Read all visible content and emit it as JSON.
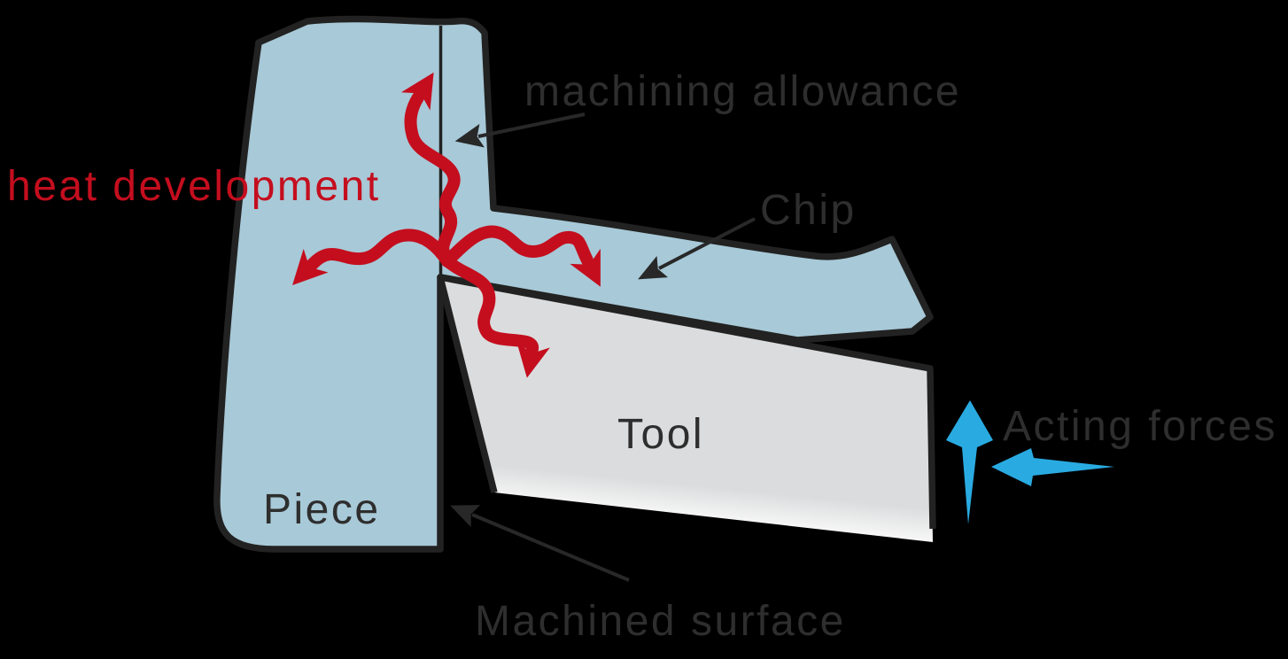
{
  "diagram": {
    "labels": {
      "machining_allowance": "machining allowance",
      "heat_development": "heat development",
      "chip": "Chip",
      "tool": "Tool",
      "piece": "Piece",
      "machined_surface": "Machined surface",
      "acting_forces": "Acting forces"
    },
    "colors": {
      "background": "#000000",
      "workpiece_fill": "#A8C9D7",
      "tool_fill": "#DBDCDD",
      "tool_fade": "#FFFFFF",
      "outline": "#222222",
      "heat_red": "#C40E1E",
      "force_blue": "#29ABE2",
      "label_gray": "#2E2E2E",
      "leader_black": "#282828"
    }
  }
}
